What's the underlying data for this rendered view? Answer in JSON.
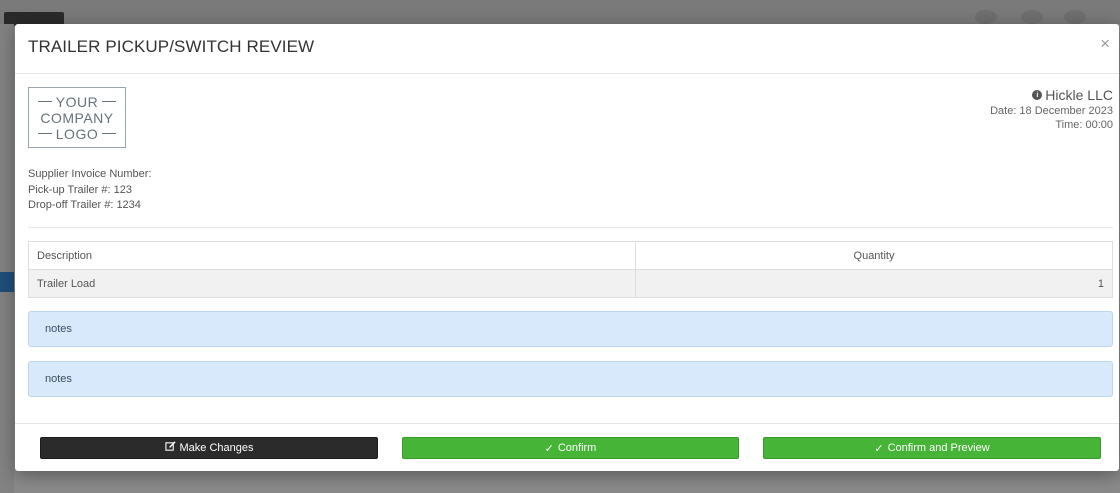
{
  "modal": {
    "title": "TRAILER PICKUP/SWITCH REVIEW",
    "close_glyph": "×"
  },
  "logo": {
    "line1": "YOUR",
    "line2": "COMPANY",
    "line3": "LOGO"
  },
  "company": {
    "name": "Hickle LLC",
    "date": "Date: 18 December 2023",
    "time": "Time: 00:00"
  },
  "details": {
    "supplier_invoice": "Supplier Invoice Number:",
    "pickup_trailer": "Pick-up Trailer #: 123",
    "dropoff_trailer": "Drop-off Trailer #: 1234"
  },
  "table": {
    "headers": [
      "Description",
      "Quantity"
    ],
    "rows": [
      {
        "description": "Trailer Load",
        "quantity": "1"
      }
    ]
  },
  "notes": [
    "notes",
    "notes"
  ],
  "buttons": {
    "make_changes": "Make Changes",
    "confirm": "Confirm",
    "confirm_preview": "Confirm and Preview"
  },
  "icons": {
    "info": "info-icon",
    "edit": "edit-icon",
    "check": "check-icon",
    "close": "close-icon"
  },
  "colors": {
    "green": "#46b436",
    "dark": "#2b2b2b",
    "notes_bg": "#d7e9fb"
  }
}
